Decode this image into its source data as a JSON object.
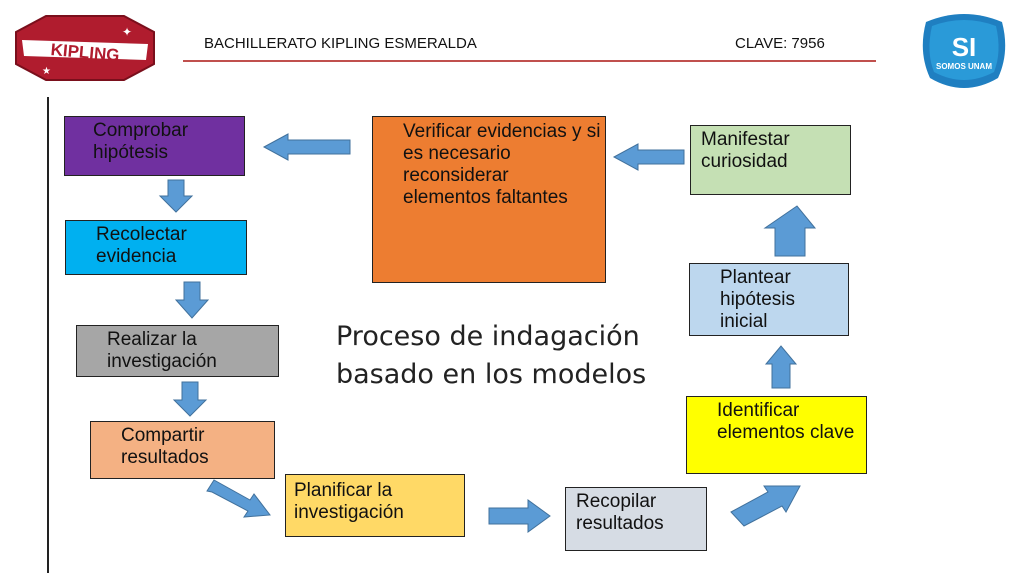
{
  "header": {
    "school": "BACHILLERATO KIPLING ESMERALDA",
    "clave": "CLAVE: 7956",
    "logo_left_text": "KIPLING",
    "logo_right_text_main": "SI",
    "logo_right_text_sub": "SOMOS UNAM"
  },
  "diagram": {
    "title": "Proceso de indagación basado en los modelos",
    "boxes": {
      "comprobar": "Comprobar hipótesis",
      "recolectar": "Recolectar evidencia",
      "realizar": "Realizar la investigación",
      "compartir": "Compartir resultados",
      "planificar": "Planificar la investigación",
      "recopilar": "Recopilar resultados",
      "identificar": "Identificar elementos clave",
      "plantear": "Plantear hipótesis inicial",
      "manifestar": "Manifestar curiosidad",
      "verificar": "Verificar evidencias y si es necesario reconsiderar elementos faltantes"
    },
    "colors": {
      "comprobar": "#7030a0",
      "recolectar": "#00b0f0",
      "realizar": "#a6a6a6",
      "compartir": "#f4b183",
      "planificar": "#ffd966",
      "recopilar": "#d6dce4",
      "identificar": "#ffff00",
      "plantear": "#bdd7ee",
      "manifestar": "#c5e0b4",
      "verificar": "#ed7d31",
      "arrow": "#5b9bd5",
      "rule": "#c0504d"
    }
  }
}
